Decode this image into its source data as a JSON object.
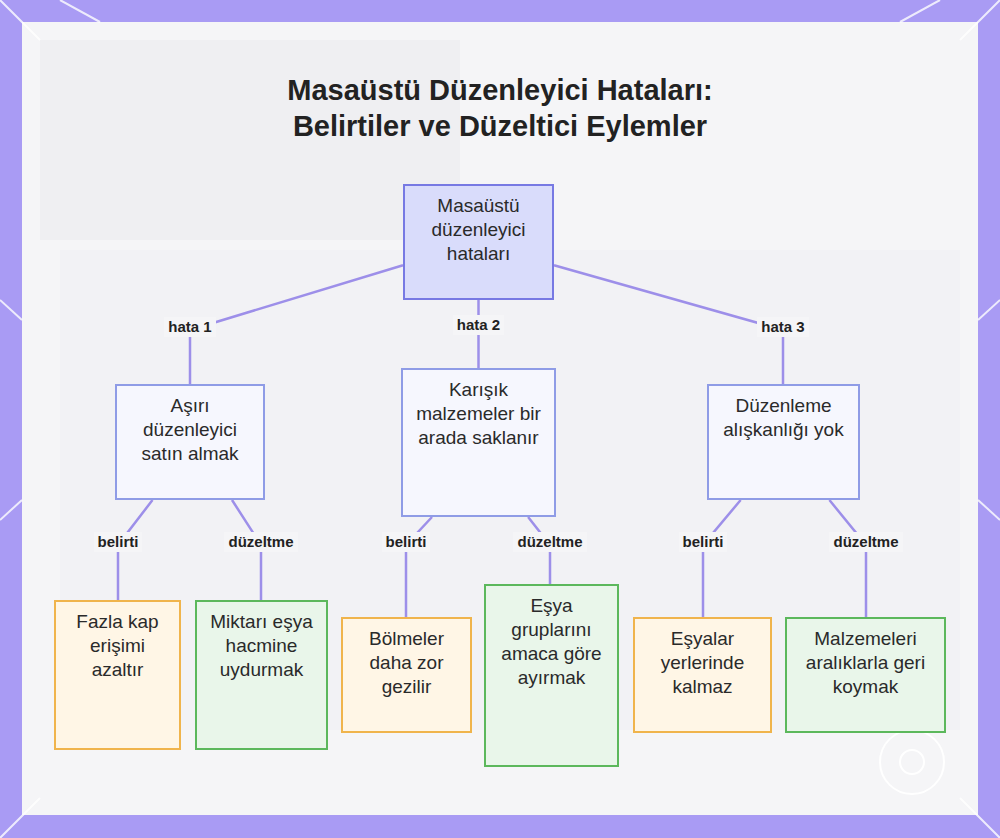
{
  "diagram": {
    "title": "Masaüstü Düzenleyici Hataları: Belirtiler ve Düzeltici Eylemler",
    "nodes": [
      {
        "text": [
          "Masaüstü düzenleyici hataları"
        ]
      },
      {
        "text": [
          "Aşırı düzenleyici satın almak"
        ]
      },
      {
        "text": [
          "Karışık malzemeler bir arada saklanır"
        ]
      },
      {
        "text": [
          "Düzenleme alışkanlığı yok"
        ]
      },
      {
        "text": [
          "Fazla kap erişimi azaltır"
        ]
      },
      {
        "text": [
          "Miktarı eşya hacmine uydurmak"
        ]
      },
      {
        "text": [
          "Bölmeler daha zor gezilir"
        ]
      },
      {
        "text": [
          "Eşya gruplarını amaca göre ayırmak"
        ]
      },
      {
        "text": [
          "Eşyalar yerlerinde kalmaz"
        ]
      },
      {
        "text": [
          "Malzemeleri aralıklarla geri koymak"
        ]
      }
    ],
    "edges": [
      {
        "from": 0,
        "to": 1,
        "label": "hata 1",
        "arrow": "none"
      },
      {
        "from": 0,
        "to": 2,
        "label": "hata 2",
        "arrow": "none"
      },
      {
        "from": 0,
        "to": 3,
        "label": "hata 3",
        "arrow": "none"
      },
      {
        "from": 1,
        "to": 4,
        "label": "belirti",
        "arrow": "none"
      },
      {
        "from": 1,
        "to": 5,
        "label": "düzeltme",
        "arrow": "none"
      },
      {
        "from": 2,
        "to": 6,
        "label": "belirti",
        "arrow": "none"
      },
      {
        "from": 2,
        "to": 7,
        "label": "düzeltme",
        "arrow": "none"
      },
      {
        "from": 3,
        "to": 8,
        "label": "belirti",
        "arrow": "none"
      },
      {
        "from": 3,
        "to": 9,
        "label": "düzeltme",
        "arrow": "none"
      }
    ]
  }
}
